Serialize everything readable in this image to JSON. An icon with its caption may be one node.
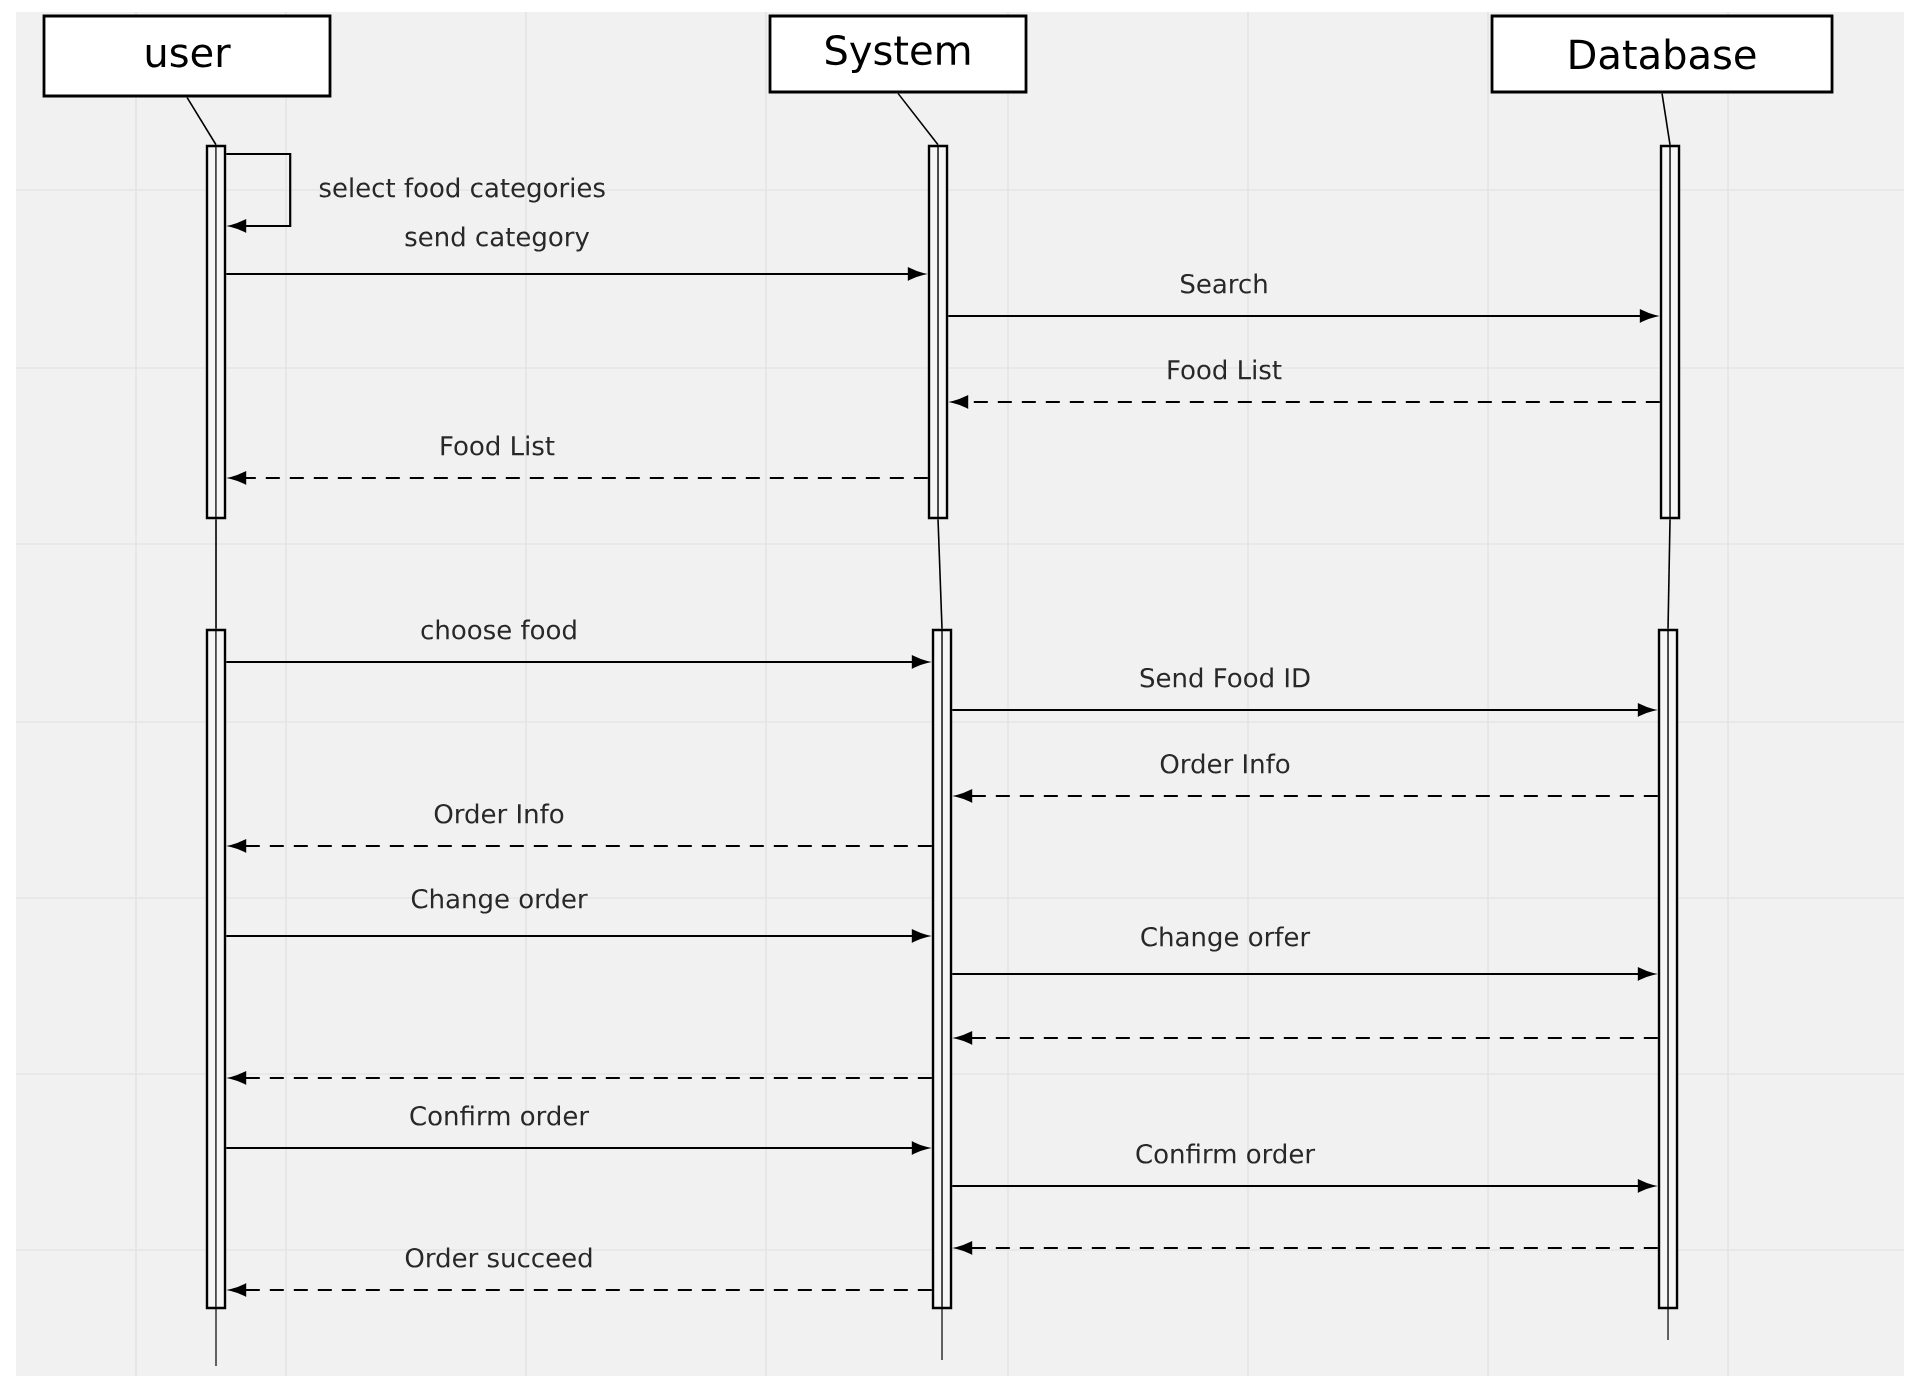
{
  "diagram": {
    "nodes": [
      {
        "text": [
          "user"
        ]
      },
      {
        "text": [
          "System"
        ]
      },
      {
        "text": [
          "Database"
        ]
      },
      {
        "text": [],
        "shape": "bar"
      },
      {
        "text": [],
        "shape": "bar"
      },
      {
        "text": [],
        "shape": "bar"
      },
      {
        "text": [],
        "shape": "bar"
      },
      {
        "text": [],
        "shape": "bar"
      },
      {
        "text": [],
        "shape": "bar"
      }
    ],
    "edges": [
      {
        "from": 3,
        "to": 3,
        "arrow": "to",
        "label": "select food categories"
      },
      {
        "from": 3,
        "to": 4,
        "arrow": "to",
        "label": "send category"
      },
      {
        "from": 4,
        "to": 5,
        "arrow": "to",
        "label": "Search"
      },
      {
        "from": 5,
        "to": 4,
        "arrow": "to",
        "label": "Food List",
        "style": "dashed"
      },
      {
        "from": 4,
        "to": 3,
        "arrow": "to",
        "label": "Food List",
        "style": "dashed"
      },
      {
        "from": 6,
        "to": 7,
        "arrow": "to",
        "label": "choose food"
      },
      {
        "from": 7,
        "to": 8,
        "arrow": "to",
        "label": "Send Food ID"
      },
      {
        "from": 8,
        "to": 7,
        "arrow": "to",
        "label": "Order Info",
        "style": "dashed"
      },
      {
        "from": 7,
        "to": 6,
        "arrow": "to",
        "label": "Order Info",
        "style": "dashed"
      },
      {
        "from": 6,
        "to": 7,
        "arrow": "to",
        "label": "Change order"
      },
      {
        "from": 7,
        "to": 8,
        "arrow": "to",
        "label": "Change orfer"
      },
      {
        "from": 8,
        "to": 7,
        "arrow": "to",
        "style": "dashed"
      },
      {
        "from": 7,
        "to": 6,
        "arrow": "to",
        "style": "dashed"
      },
      {
        "from": 6,
        "to": 7,
        "arrow": "to",
        "label": "Confirm order"
      },
      {
        "from": 7,
        "to": 8,
        "arrow": "to",
        "label": "Confirm order"
      },
      {
        "from": 8,
        "to": 7,
        "arrow": "to",
        "style": "dashed"
      },
      {
        "from": 7,
        "to": 6,
        "arrow": "to",
        "label": "Order succeed",
        "style": "dashed"
      },
      {
        "from": 0,
        "to": 3,
        "arrow": "none"
      },
      {
        "from": 3,
        "to": 6,
        "arrow": "none"
      },
      {
        "from": 1,
        "to": 4,
        "arrow": "none"
      },
      {
        "from": 4,
        "to": 7,
        "arrow": "none"
      },
      {
        "from": 2,
        "to": 5,
        "arrow": "none"
      },
      {
        "from": 5,
        "to": 8,
        "arrow": "none"
      }
    ]
  }
}
